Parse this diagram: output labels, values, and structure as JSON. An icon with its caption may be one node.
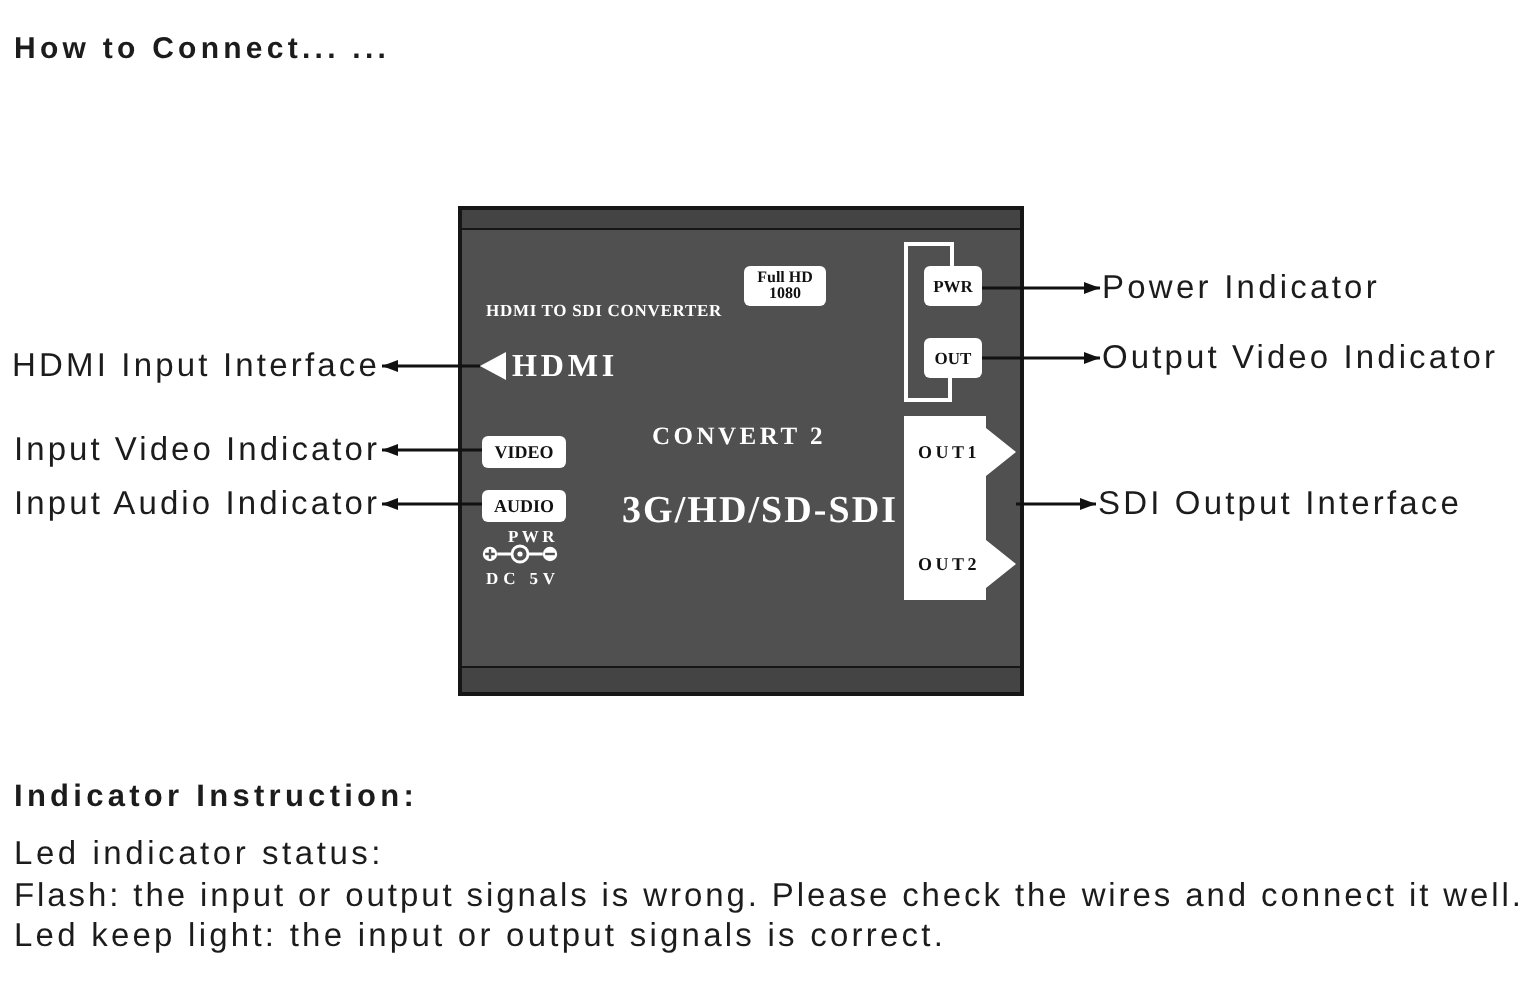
{
  "diagram": {
    "title": "How to Connect... ...",
    "nodes": [
      {
        "text": [
          "HDMI TO SDI CONVERTER",
          "CONVERT 2",
          "3G/HD/SD-SDI"
        ]
      },
      {
        "text": [
          "Full HD 1080"
        ],
        "in": 0
      },
      {
        "text": [
          "PWR"
        ],
        "in": 0
      },
      {
        "text": [
          "OUT"
        ],
        "in": 0
      },
      {
        "text": [
          "HDMI"
        ],
        "in": 0
      },
      {
        "text": [
          "VIDEO"
        ],
        "in": 0
      },
      {
        "text": [
          "AUDIO"
        ],
        "in": 0
      },
      {
        "text": [
          "OUT1",
          "OUT2"
        ],
        "in": 0
      },
      {
        "text": [
          "HDMI Input Interface"
        ]
      },
      {
        "text": [
          "Input Video Indicator"
        ]
      },
      {
        "text": [
          "Input Audio Indicator"
        ]
      },
      {
        "text": [
          "Power Indicator"
        ]
      },
      {
        "text": [
          "Output Video Indicator"
        ]
      },
      {
        "text": [
          "SDI Output Interface"
        ]
      }
    ],
    "edges": [
      {
        "from": 4,
        "to": 8,
        "arrow": "to"
      },
      {
        "from": 5,
        "to": 9,
        "arrow": "to"
      },
      {
        "from": 6,
        "to": 10,
        "arrow": "to"
      },
      {
        "from": 2,
        "to": 11,
        "arrow": "to"
      },
      {
        "from": 3,
        "to": 12,
        "arrow": "to"
      },
      {
        "from": 7,
        "to": 13,
        "arrow": "to"
      }
    ],
    "labels": [
      "PWR",
      "DC 5V",
      "Indicator Instruction:",
      "Led indicator status:",
      "Flash: the input or output signals is wrong. Please check the wires and connect it well.",
      "Led keep light: the input or output signals is correct."
    ]
  }
}
